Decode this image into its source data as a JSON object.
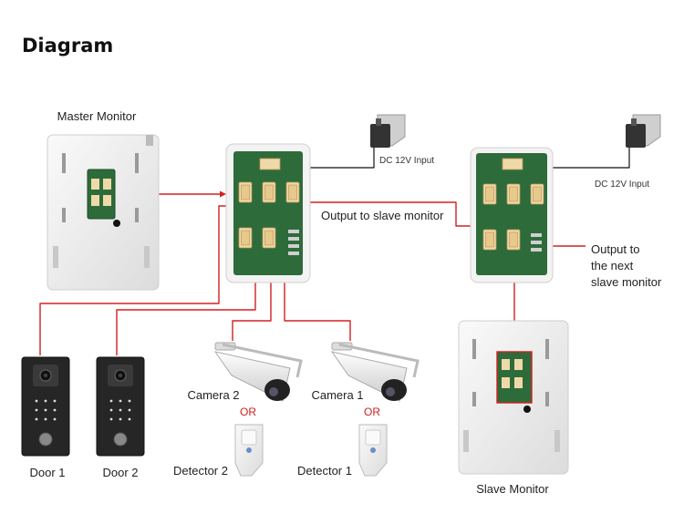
{
  "title": "Diagram",
  "labels": {
    "master_monitor": "Master Monitor",
    "slave_monitor": "Slave Monitor",
    "dc_input_1": "DC 12V Input",
    "dc_input_2": "DC 12V Input",
    "output_slave": "Output to slave monitor",
    "output_next_1": "Output to",
    "output_next_2": "the next",
    "output_next_3": "slave monitor",
    "camera_2": "Camera 2",
    "camera_1": "Camera 1",
    "or_1": "OR",
    "or_2": "OR",
    "door_1": "Door 1",
    "door_2": "Door 2",
    "detector_2": "Detector 2",
    "detector_1": "Detector 1"
  },
  "colors": {
    "wire_red": "#d42020",
    "wire_black": "#111111",
    "pcb_green": "#2e6b3a",
    "device_white": "#f1f1f1",
    "door_panel": "#262626"
  }
}
